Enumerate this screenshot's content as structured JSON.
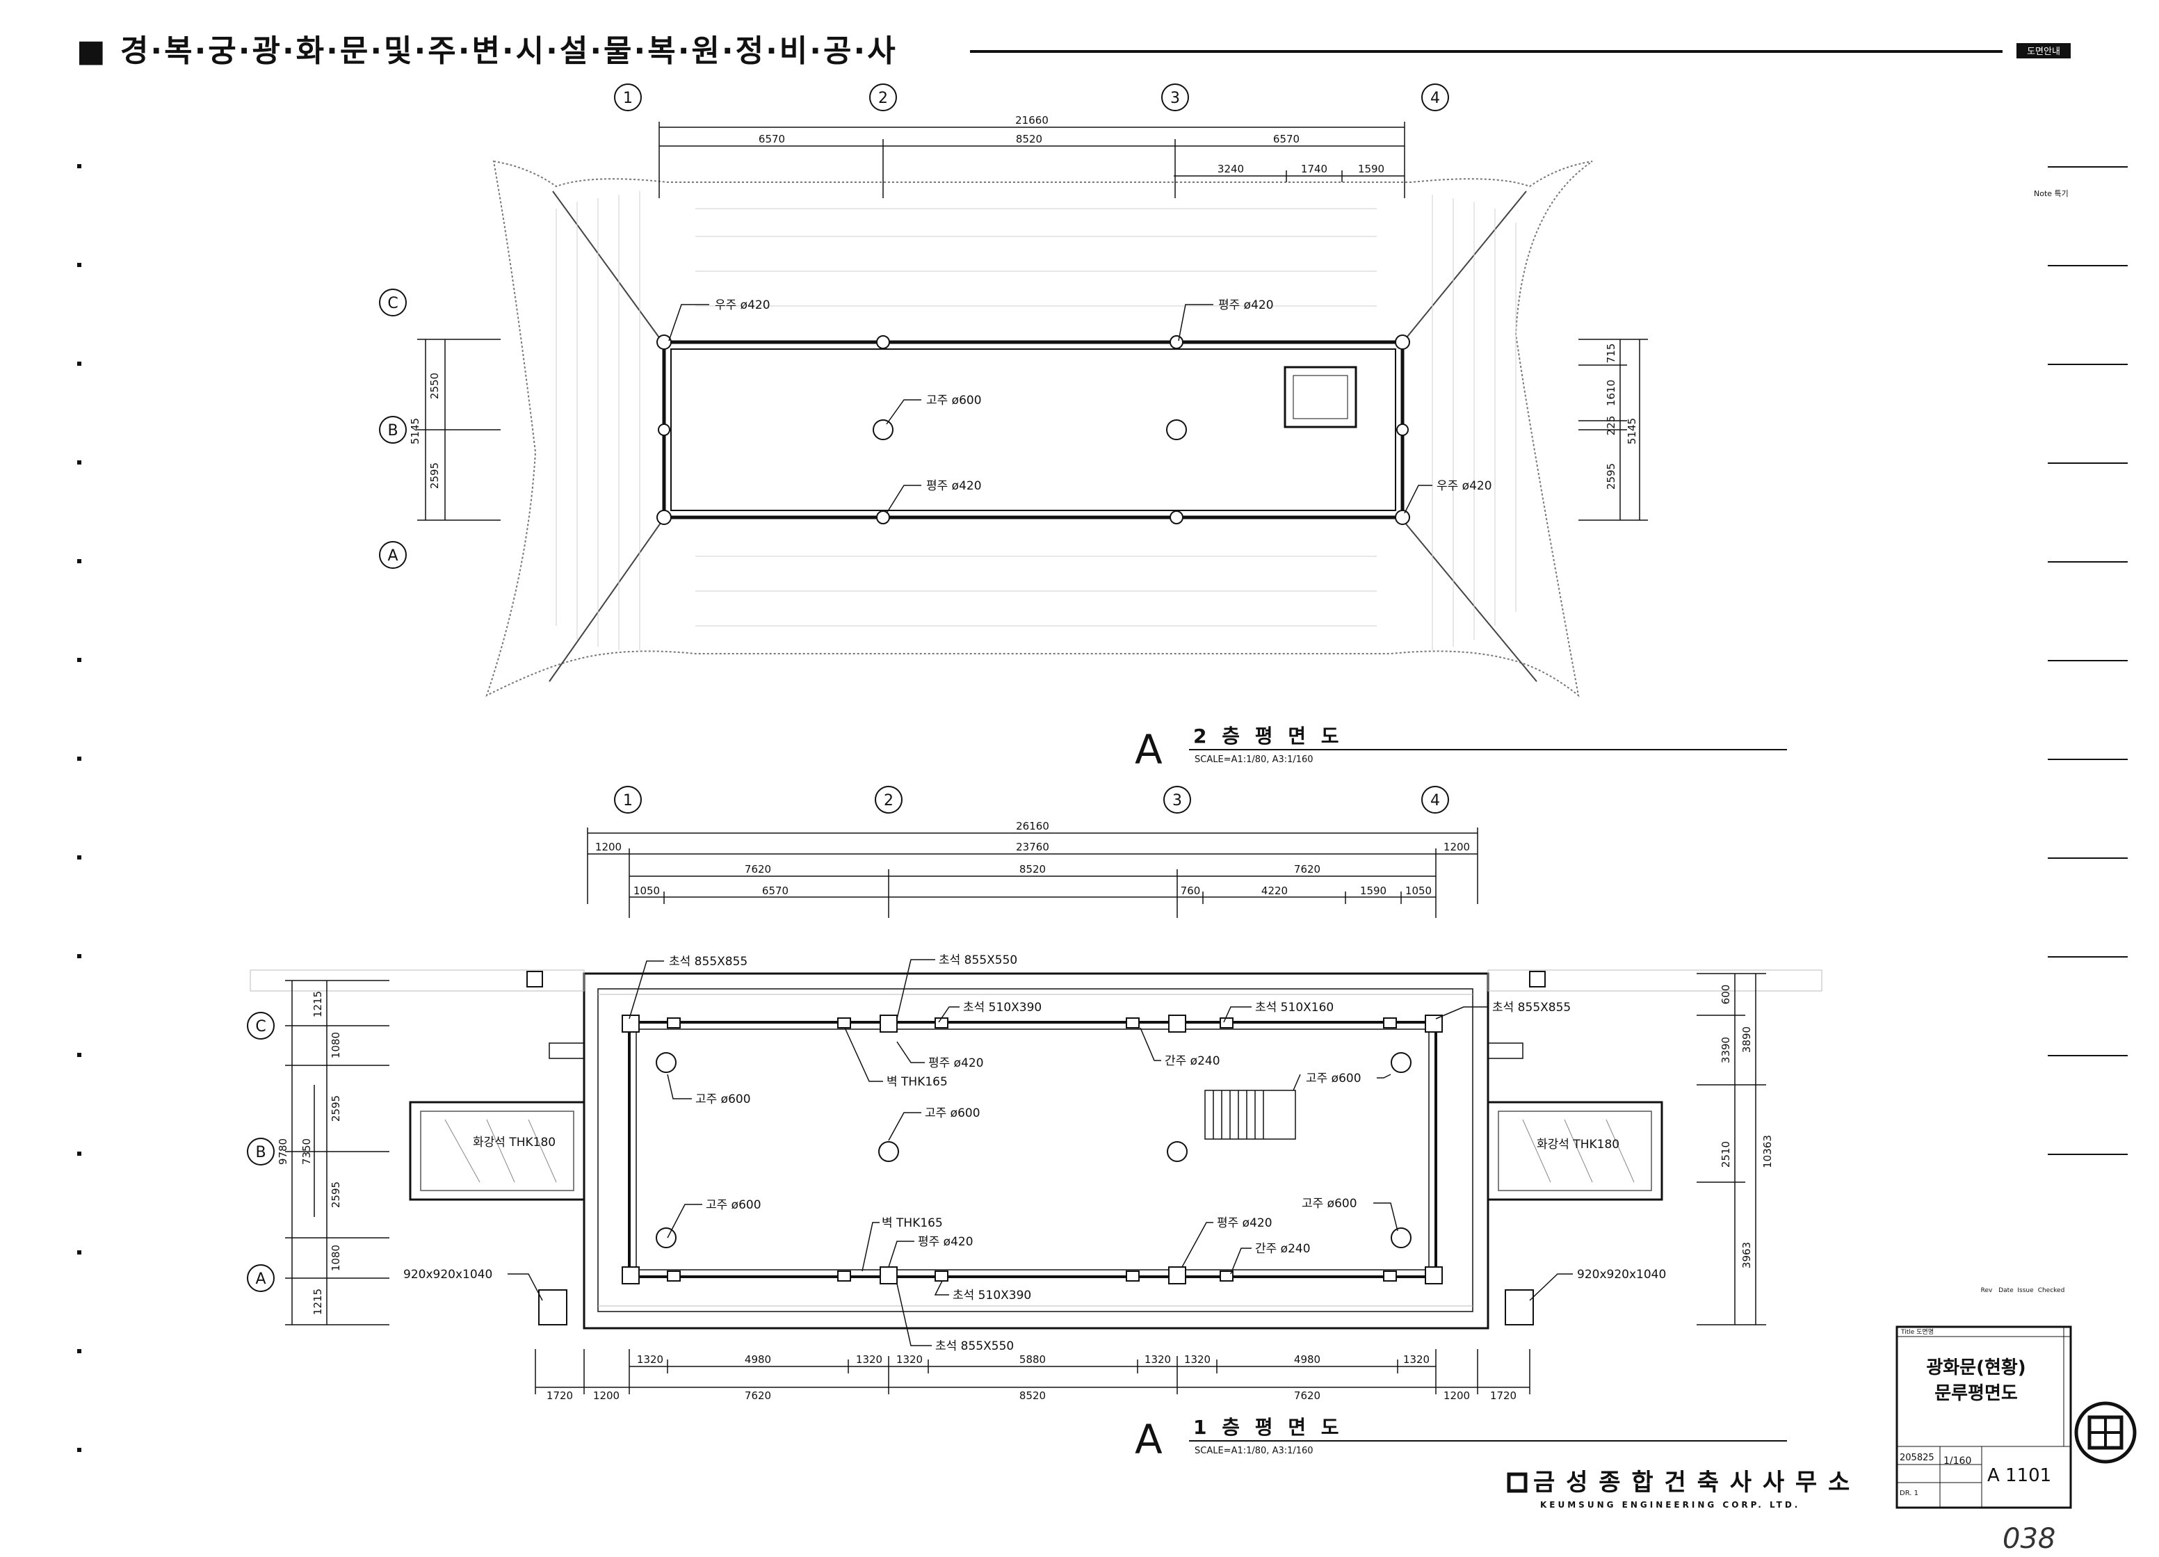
{
  "header": {
    "title": "■ 경·복·궁·광·화·문·및·주·변·시·설·물·복·원·정·비·공·사",
    "tag": "도면안내"
  },
  "grid": {
    "columns": [
      "1",
      "2",
      "3",
      "4"
    ],
    "rows": [
      "C",
      "B",
      "A"
    ]
  },
  "plan2": {
    "title_letter": "A",
    "title": "2 층 평 면 도",
    "scale": "SCALE=A1:1/80, A3:1/160",
    "dims_top": {
      "total": "21660",
      "spans": [
        "6570",
        "8520",
        "6570"
      ],
      "sub": [
        "3240",
        "1740",
        "1590"
      ]
    },
    "dims_left": {
      "total": "5145",
      "spans": [
        "2550",
        "2595"
      ]
    },
    "dims_right": {
      "total": "5145",
      "spans": [
        "715",
        "1610",
        "225",
        "2595"
      ]
    },
    "labels": {
      "corner_top": "우주 ø420",
      "side_top": "평주 ø420",
      "inner": "고주 ø600",
      "side_bottom": "평주 ø420",
      "corner_bottom": "우주 ø420"
    }
  },
  "plan1": {
    "title_letter": "A",
    "title": "1 층 평 면 도",
    "scale": "SCALE=A1:1/80, A3:1/160",
    "dims_top": {
      "total": "26160",
      "mid": [
        "1200",
        "23760",
        "1200"
      ],
      "bays": [
        "7620",
        "8520",
        "7620"
      ],
      "sub": [
        "1050",
        "6570",
        "760",
        "4220",
        "1590",
        "1050"
      ]
    },
    "dims_bottom": {
      "row1": [
        "1320",
        "4980",
        "1320",
        "1320",
        "5880",
        "1320",
        "1320",
        "4980",
        "1320"
      ],
      "row2": [
        "1720",
        "1200",
        "7620",
        "8520",
        "7620",
        "1200",
        "1720"
      ]
    },
    "dims_left": {
      "total": "9780",
      "mid": "7350",
      "spans": [
        "1215",
        "1080",
        "2595",
        "2595",
        "1080",
        "1215"
      ]
    },
    "dims_right": {
      "total": "10363",
      "spans": [
        "600",
        "3390",
        "3890",
        "2510",
        "3963"
      ]
    },
    "labels": {
      "ch_855x855_l": "초석 855X855",
      "ch_855x550_t": "초석 855X550",
      "ch_510x390_t": "초석 510X390",
      "ch_510x160": "초석 510X160",
      "ch_855x855_r": "초석 855X855",
      "pyeongju_t": "평주 ø420",
      "wall_t": "벽 THK165",
      "ganju_t": "간주 ø240",
      "goju_tl": "고주 ø600",
      "goju_c": "고주 ø600",
      "goju_tr": "고주 ø600",
      "hwagang_l": "화강석 THK180",
      "hwagang_r": "화강석 THK180",
      "goju_bl": "고주 ø600",
      "goju_br": "고주 ø600",
      "wall_b": "벽 THK165",
      "pyeongju_b": "평주 ø420",
      "pyeongju_b2": "평주 ø420",
      "ganju_b": "간주 ø240",
      "ch_510x390_b": "초석 510X390",
      "ch_855x550_b": "초석 855X550",
      "stone_l": "920x920x1040",
      "stone_r": "920x920x1040"
    }
  },
  "title_block": {
    "note": "Note 특기",
    "revision_headers": [
      "Rev",
      "Date",
      "Issue",
      "Checked"
    ],
    "title_label": "Title 도면명",
    "drawing_title_1": "광화문(현황)",
    "drawing_title_2": "문루평면도",
    "job_no": "205825",
    "scale": "1/160",
    "sheet_no": "A 1101",
    "dwg_label": "DR. 1"
  },
  "firm": {
    "korean": "금 성 종 합 건 축 사 사 무 소",
    "english": "KEUMSUNG ENGINEERING CORP. LTD."
  },
  "page_note": "038"
}
